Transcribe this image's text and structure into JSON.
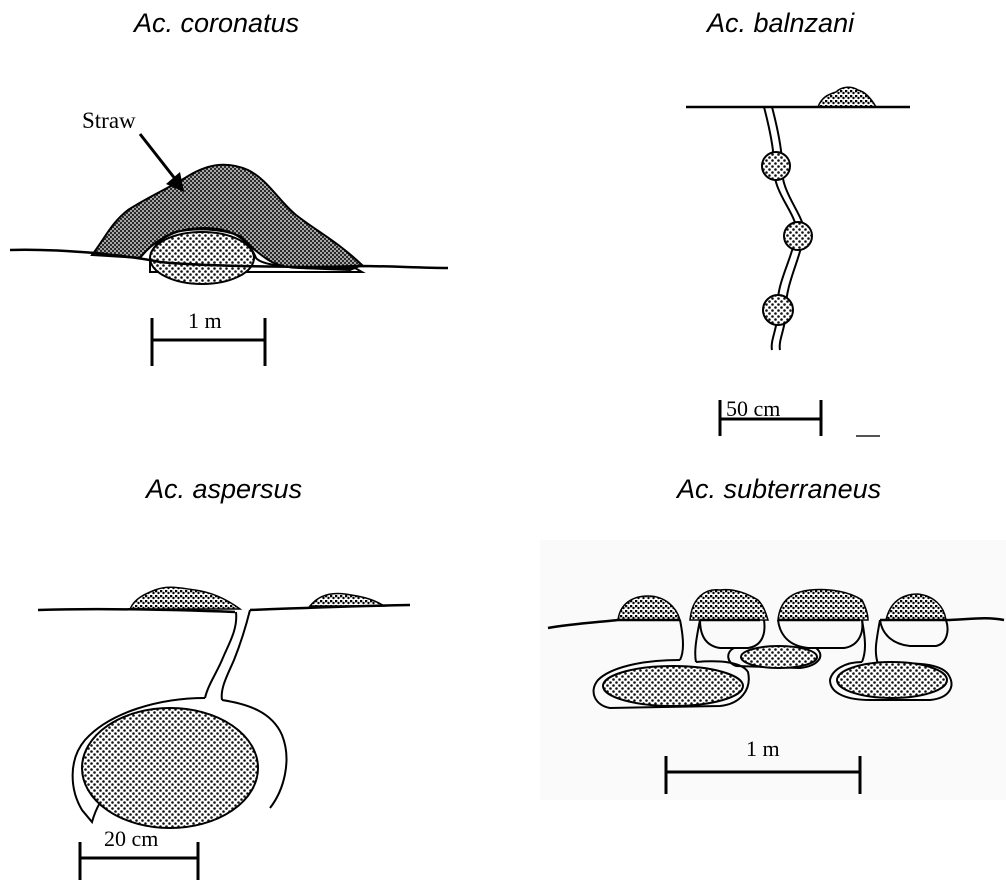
{
  "panels": [
    {
      "title": "Ac. coronatus",
      "label": "Straw",
      "scale": "1 m"
    },
    {
      "title": "Ac. balnzani",
      "scale": "50 cm"
    },
    {
      "title": "Ac. aspersus",
      "scale": "20 cm"
    },
    {
      "title": "Ac. subterraneus",
      "scale": "1 m"
    }
  ]
}
